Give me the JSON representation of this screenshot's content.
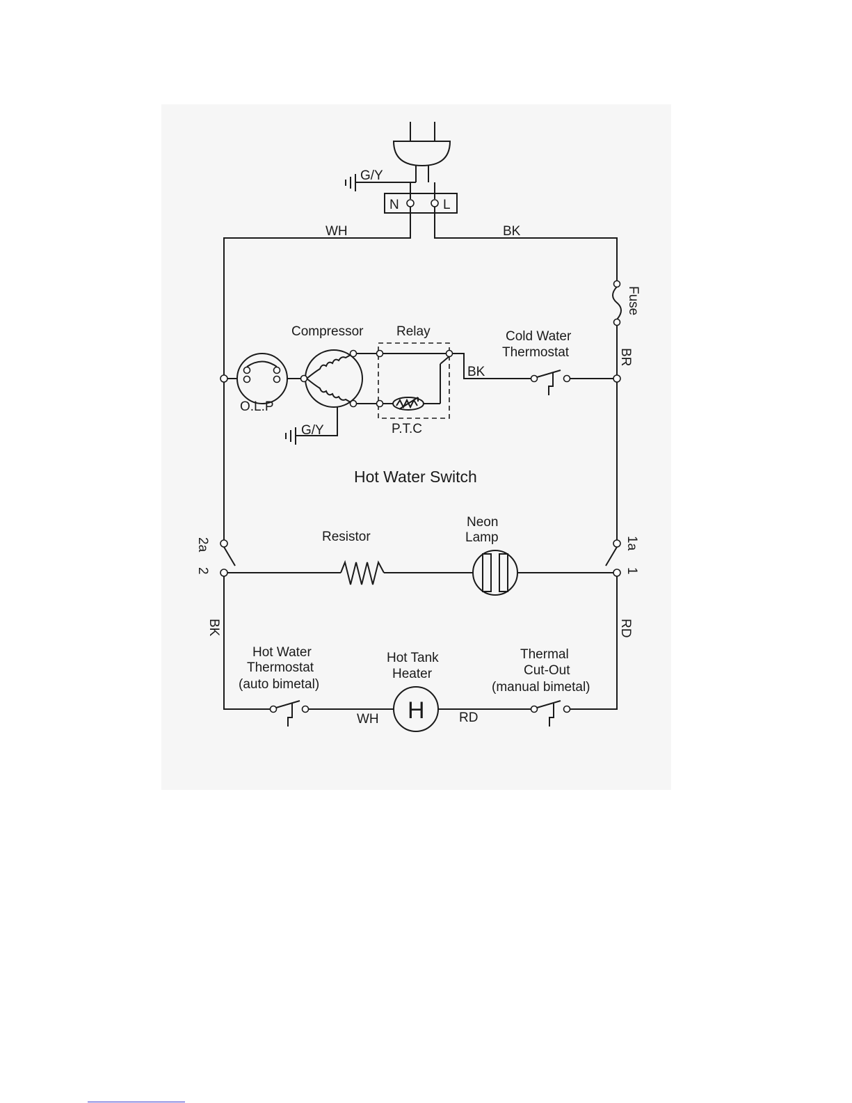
{
  "labels": {
    "ground_top": "G/Y",
    "terminal_n": "N",
    "terminal_l": "L",
    "wire_wh_top": "WH",
    "wire_bk_top": "BK",
    "fuse": "Fuse",
    "wire_br": "BR",
    "compressor": "Compressor",
    "relay": "Relay",
    "cold_thermostat_1": "Cold Water",
    "cold_thermostat_2": "Thermostat",
    "wire_bk_relay": "BK",
    "olp": "O.L.P",
    "ground_comp": "G/Y",
    "ptc": "P.T.C",
    "hot_water_switch": "Hot Water Switch",
    "resistor": "Resistor",
    "neon_1": "Neon",
    "neon_2": "Lamp",
    "switch_2a": "2a",
    "switch_2": "2",
    "switch_1a": "1a",
    "switch_1": "1",
    "wire_bk_left": "BK",
    "wire_rd_right": "RD",
    "hot_thermostat_1": "Hot Water",
    "hot_thermostat_2": "Thermostat",
    "hot_thermostat_3": "(auto bimetal)",
    "heater_1": "Hot Tank",
    "heater_2": "Heater",
    "heater_symbol": "H",
    "cutout_1": "Thermal",
    "cutout_2": "Cut-Out",
    "cutout_3": "(manual bimetal)",
    "wire_wh_bottom": "WH",
    "wire_rd_bottom": "RD"
  }
}
